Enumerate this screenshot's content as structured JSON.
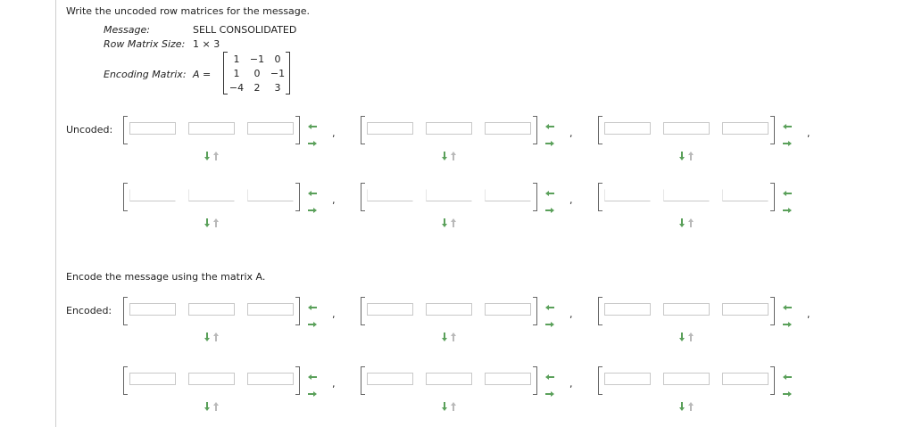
{
  "question": {
    "prompt": "Write the uncoded row matrices for the message.",
    "message_label": "Message:",
    "message_value": "SELL CONSOLIDATED",
    "size_label": "Row Matrix Size:",
    "size_value": "1 × 3",
    "encoding_label": "Encoding Matrix:",
    "matrix_name": "A =",
    "matrix": [
      [
        "1",
        "−1",
        "0"
      ],
      [
        "1",
        "0",
        "−1"
      ],
      [
        "−4",
        "2",
        "3"
      ]
    ]
  },
  "uncoded": {
    "label": "Uncoded:"
  },
  "encode": {
    "prompt": "Encode the message using the matrix A."
  },
  "encoded": {
    "label": "Encoded:"
  },
  "separator": ",",
  "colors": {
    "arrow_green": "#5aa05a",
    "arrow_gray": "#b9b9b9",
    "bracket": "#666666"
  },
  "icons": {
    "lr": [
      "arrow-left-icon",
      "arrow-right-icon"
    ],
    "ud": [
      "arrow-down-icon",
      "arrow-up-icon"
    ]
  }
}
